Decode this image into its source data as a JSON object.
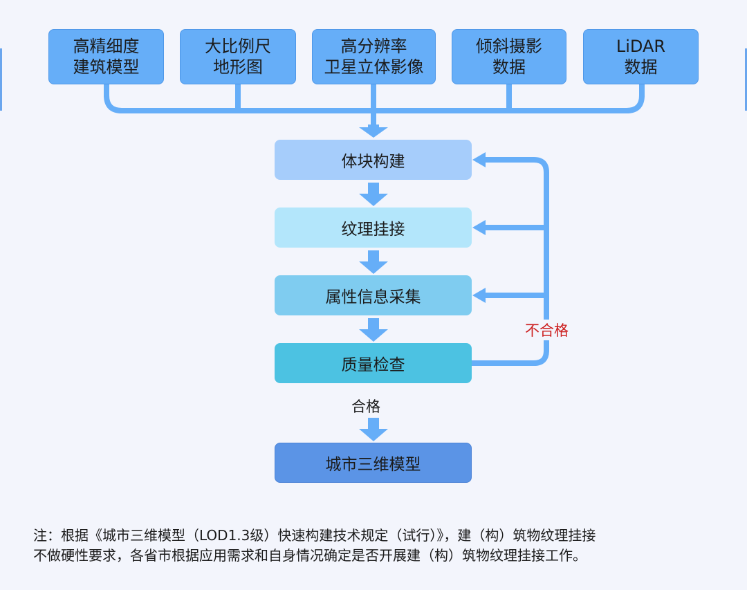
{
  "sources": [
    {
      "line1": "高精细度",
      "line2": "建筑模型"
    },
    {
      "line1": "大比例尺",
      "line2": "地形图"
    },
    {
      "line1": "高分辨率",
      "line2": "卫星立体影像"
    },
    {
      "line1": "倾斜摄影",
      "line2": "数据"
    },
    {
      "line1": "LiDAR",
      "line2": "数据"
    }
  ],
  "steps": [
    {
      "label": "体块构建",
      "color": "#a6cdfb"
    },
    {
      "label": "纹理挂接",
      "color": "#b3e6fb"
    },
    {
      "label": "属性信息采集",
      "color": "#7fccf0"
    },
    {
      "label": "质量检查",
      "color": "#4cc2e2"
    }
  ],
  "output": {
    "label": "城市三维模型",
    "color": "#5b94e6"
  },
  "labels": {
    "fail": "不合格",
    "fail_color": "#cc1f1f",
    "pass": "合格"
  },
  "colors": {
    "connector": "#66aef8"
  },
  "note": {
    "line1": "注：根据《城市三维模型（LOD1.3级）快速构建技术规定（试行）》，建（构）筑物纹理挂接",
    "line2": "不做硬性要求，各省市根据应用需求和自身情况确定是否开展建（构）筑物纹理挂接工作。"
  }
}
